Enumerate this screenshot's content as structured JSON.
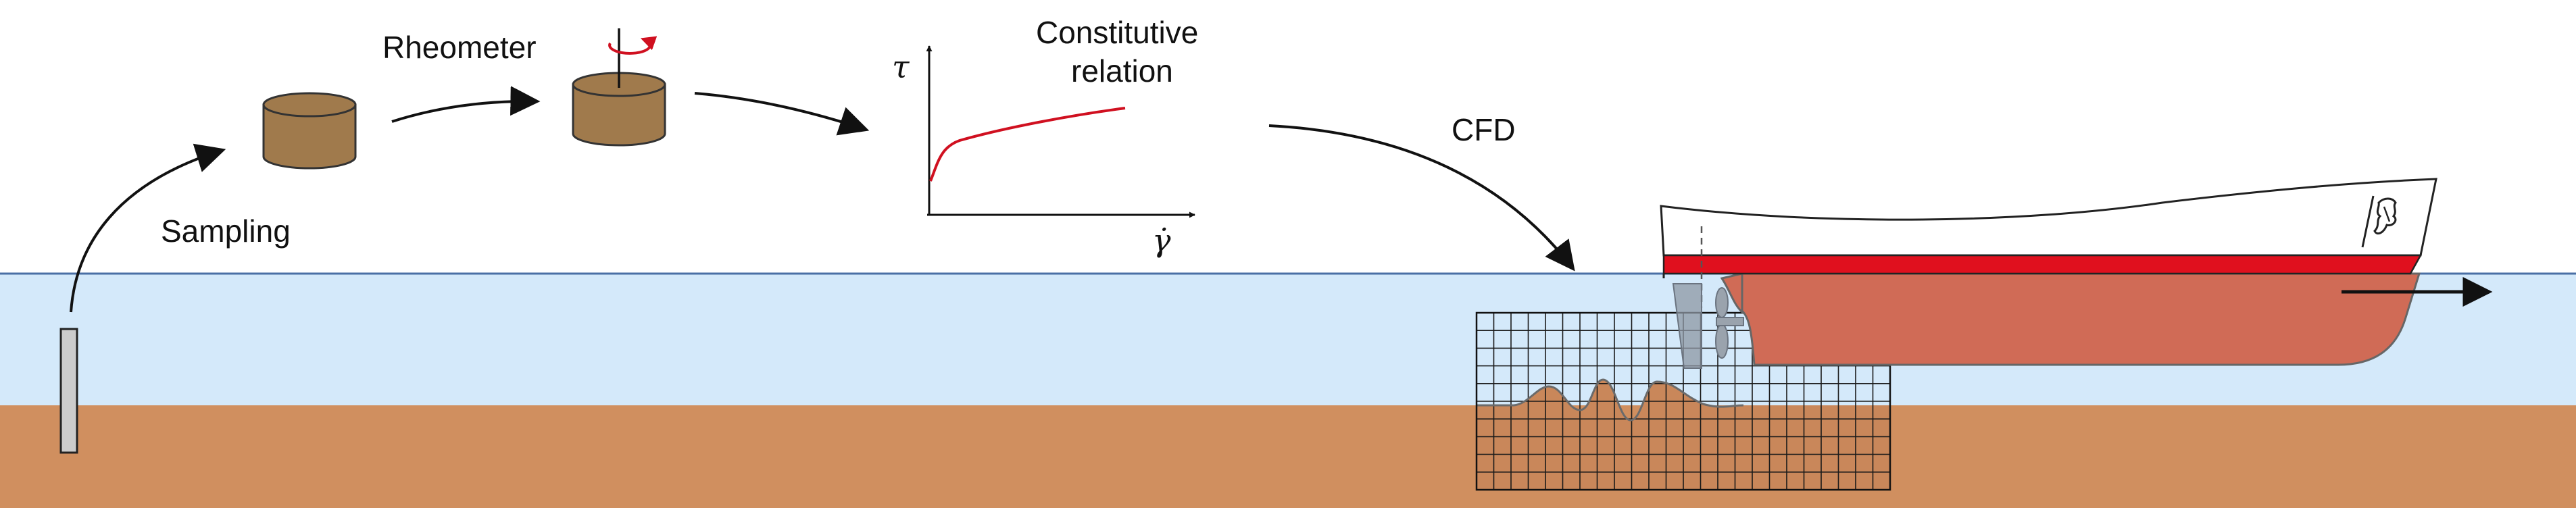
{
  "labels": {
    "sampling": "Sampling",
    "rheometer": "Rheometer",
    "constitutive_line1": "Constitutive",
    "constitutive_line2": "relation",
    "cfd": "CFD"
  },
  "plot_axes": {
    "y_symbol": "τ",
    "x_symbol": "γ̇"
  },
  "colors": {
    "water": "#d4e9fa",
    "waterline": "#4a6fa5",
    "mud": "#d08f5f",
    "sample_cylinder": "#a07a4c",
    "hull": "#d06b56",
    "boot_stripe": "#e0101e",
    "curve": "#d01020",
    "rotation_arrow": "#d01020",
    "grid_lines": "#1a1a1a",
    "propeller": "#9aa3ad"
  },
  "icons": {
    "sampler": "core-sampler-icon",
    "rotation": "rotation-arrow-icon",
    "ship": "ship-icon",
    "logo": "flanders-lion-logo-icon"
  }
}
